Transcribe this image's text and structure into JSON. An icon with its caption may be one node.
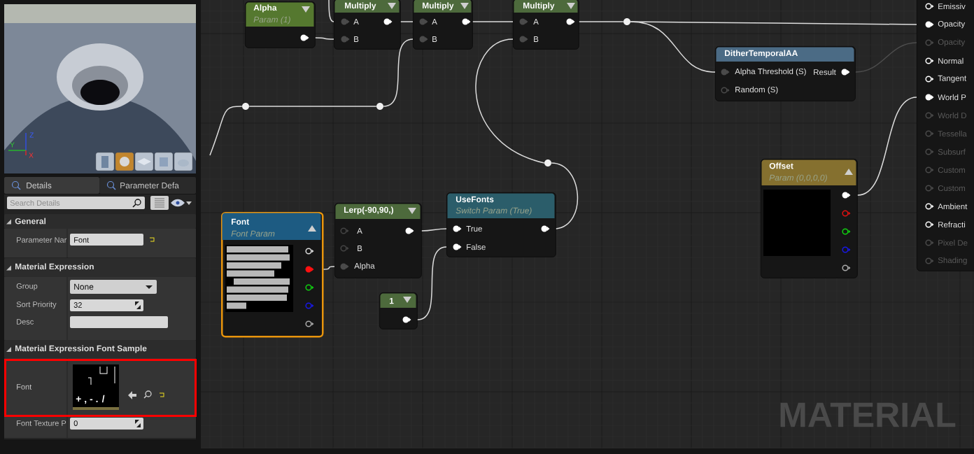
{
  "diagram": {
    "nodes": [
      {
        "text": [
          "Alpha",
          "Param (1)"
        ]
      },
      {
        "text": [
          "Multiply",
          "A",
          "B"
        ]
      },
      {
        "text": [
          "Multiply",
          "A",
          "B"
        ]
      },
      {
        "text": [
          "Multiply",
          "A",
          "B"
        ]
      },
      {
        "text": [
          "Emissiv",
          "Opacity",
          "Opacity",
          "Normal",
          "Tangent",
          "World P",
          "World D",
          "Tessella",
          "Subsurf",
          "Custom",
          "Custom",
          "Ambient",
          "Refracti",
          "Pixel De",
          "Shading"
        ]
      },
      {
        "text": [],
        "shape": "circle"
      },
      {
        "text": [
          "DitherTemporalAA",
          "Alpha Threshold (S)",
          "Result",
          "Random (S)"
        ]
      },
      {
        "text": [],
        "shape": "circle"
      },
      {
        "text": [],
        "shape": "circle"
      },
      {
        "text": [],
        "shape": "circle"
      },
      {
        "text": [
          "Offset",
          "Param (0,0,0,0)"
        ]
      },
      {
        "text": [
          "UseFonts",
          "Switch Param (True)",
          "True",
          "False"
        ]
      },
      {
        "text": [
          "Lerp(-90,90,)",
          "A",
          "B",
          "Alpha"
        ]
      },
      {
        "text": [
          "Font",
          "Font Param"
        ]
      },
      {
        "text": [
          "1"
        ]
      },
      {
        "text": [
          "Font"
        ]
      }
    ],
    "edges": [
      {
        "from": null,
        "to": 7,
        "arrow": "none"
      },
      {
        "from": 7,
        "to": 8,
        "arrow": "none"
      },
      {
        "from": 8,
        "to": 2,
        "arrow": "none"
      },
      {
        "from": null,
        "to": 1,
        "arrow": "none"
      },
      {
        "from": 0,
        "to": 1,
        "arrow": "none"
      },
      {
        "from": 1,
        "to": 2,
        "arrow": "none"
      },
      {
        "from": 2,
        "to": 3,
        "arrow": "none"
      },
      {
        "from": 3,
        "to": 5,
        "arrow": "none"
      },
      {
        "from": 5,
        "to": 4,
        "arrow": "none"
      },
      {
        "from": 5,
        "to": 6,
        "arrow": "none"
      },
      {
        "from": 6,
        "to": 4,
        "arrow": "none",
        "color": "#4d4d4d"
      },
      {
        "from": 10,
        "to": 4,
        "arrow": "none"
      },
      {
        "from": 13,
        "to": 12,
        "arrow": "none"
      },
      {
        "from": 12,
        "to": 11,
        "arrow": "none"
      },
      {
        "from": 14,
        "to": 11,
        "arrow": "none"
      },
      {
        "from": 11,
        "to": 9,
        "arrow": "none"
      },
      {
        "from": 9,
        "to": 3,
        "arrow": "none"
      }
    ],
    "labels": [
      "Z",
      "Y",
      "X",
      "Details",
      "Parameter Defa",
      "Search Details",
      "General",
      "Parameter Nar",
      "Font",
      "Material Expression",
      "Group",
      "None",
      "Sort Priority",
      "32",
      "Desc",
      "Material Expression Font Sample",
      "+ , - . /",
      "Font Texture P",
      "0",
      "MATERIAL"
    ]
  }
}
